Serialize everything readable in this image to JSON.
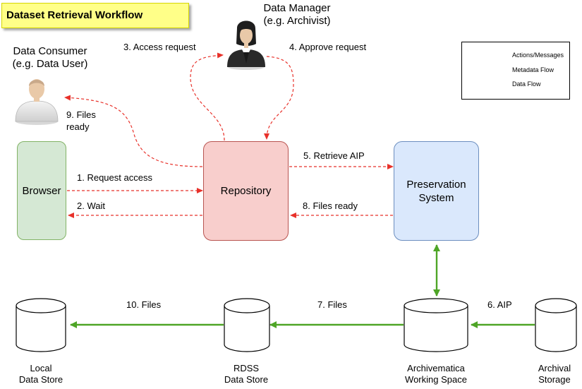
{
  "title": "Dataset Retrieval Workflow",
  "actors": {
    "data_manager": {
      "name": "Data Manager",
      "role": "(e.g. Archivist)"
    },
    "data_consumer": {
      "name": "Data Consumer",
      "role": "(e.g. Data User)"
    }
  },
  "nodes": {
    "browser": "Browser",
    "repository": "Repository",
    "preservation_line1": "Preservation",
    "preservation_line2": "System"
  },
  "messages": {
    "m1": "1.  Request access",
    "m2": "2.  Wait",
    "m3": "3.  Access request",
    "m4": "4.  Approve request",
    "m5": "5.  Retrieve AIP",
    "m6": "6. AIP",
    "m7": "7. Files",
    "m8": "8. Files ready",
    "m9_line1": "9.  Files",
    "m9_line2": "ready",
    "m10": "10. Files"
  },
  "stores": {
    "local": {
      "line1": "Local",
      "line2": "Data Store"
    },
    "rdss": {
      "line1": "RDSS",
      "line2": "Data Store"
    },
    "archivematica": {
      "line1": "Archivematica",
      "line2": "Working Space"
    },
    "archival": {
      "line1": "Archival",
      "line2": "Storage"
    }
  },
  "legend": {
    "actions": "Actions/Messages",
    "metadata": "Metadata Flow",
    "data": "Data Flow"
  },
  "colors": {
    "message_red": "#e8312a",
    "metadata_green": "#3a9a3a",
    "data_flow_green": "#4ea526"
  }
}
